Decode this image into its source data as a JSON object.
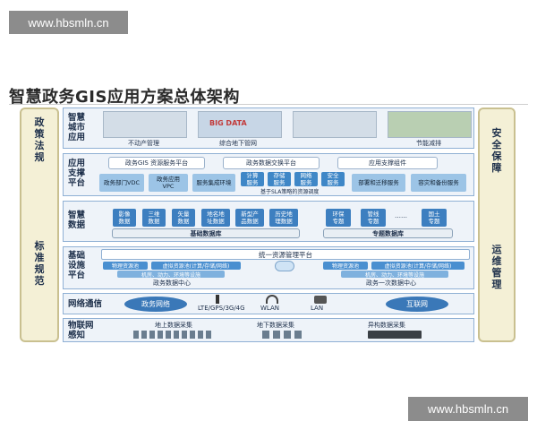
{
  "watermark_top": "www.hbsmln.cn",
  "watermark_bottom": "www.hbsmln.cn",
  "title": "智慧政务GIS应用方案总体架构",
  "left_panel": {
    "top_label": "政\n策\n法\n规",
    "bottom_label": "标\n准\n规\n范"
  },
  "right_panel": {
    "top_label": "安\n全\n保\n障",
    "bottom_label": "运\n维\n管\n理"
  },
  "row1": {
    "label": "智慧\n城市\n应用",
    "tiles": [
      "不动产管理",
      "综合地下管网",
      "",
      "节能减排"
    ],
    "big_data": "BIG DATA"
  },
  "row2": {
    "label": "应用\n支撑\n平台",
    "platforms": [
      "政务GIS 资源服务平台",
      "政务数据交换平台",
      "应用支撑组件"
    ],
    "services": [
      "政务部门VDC",
      "政务应用\nVPC",
      "服务集成环境",
      "计算\n服务",
      "存储\n服务",
      "网络\n服务",
      "安全\n服务",
      "部署和迁移服务",
      "容灾和备份服务"
    ],
    "sla": "基于SLA策略的资源调度"
  },
  "row3": {
    "label": "智慧\n数据",
    "left_items": [
      "影像\n数据",
      "三维\n数据",
      "矢量\n数据",
      "地名地\n址数据",
      "新型产\n品数据",
      "历史地\n理数据"
    ],
    "left_db": "基础数据库",
    "right_items": [
      "环保\n专题",
      "管线\n专题",
      "……",
      "国土\n专题"
    ],
    "right_db": "专题数据库"
  },
  "row4": {
    "label": "基础\n设施\n平台",
    "mgmt": "统一资源管理平台",
    "left_phys": "物理资源池",
    "left_virt": "虚拟资源池",
    "left_virt_note": "(计算/存储/网络)",
    "left_sub": "机房、动力、环境等设施",
    "left_center": "政务数据中心",
    "right_phys": "物理资源池",
    "right_virt": "虚拟资源池",
    "right_virt_note": "(计算/存储/网络)",
    "right_sub": "机房、动力、环境等设施",
    "right_center": "政务一次数据中心"
  },
  "row5": {
    "label": "网络通信",
    "left_net": "政务网络",
    "right_net": "互联网",
    "tech": [
      "LTE/GPS/3G/4G",
      "WLAN",
      "LAN"
    ]
  },
  "row6": {
    "label": "物联网\n感知",
    "items": [
      "地上数据采集",
      "地下数据采集",
      "异构数据采集"
    ]
  }
}
